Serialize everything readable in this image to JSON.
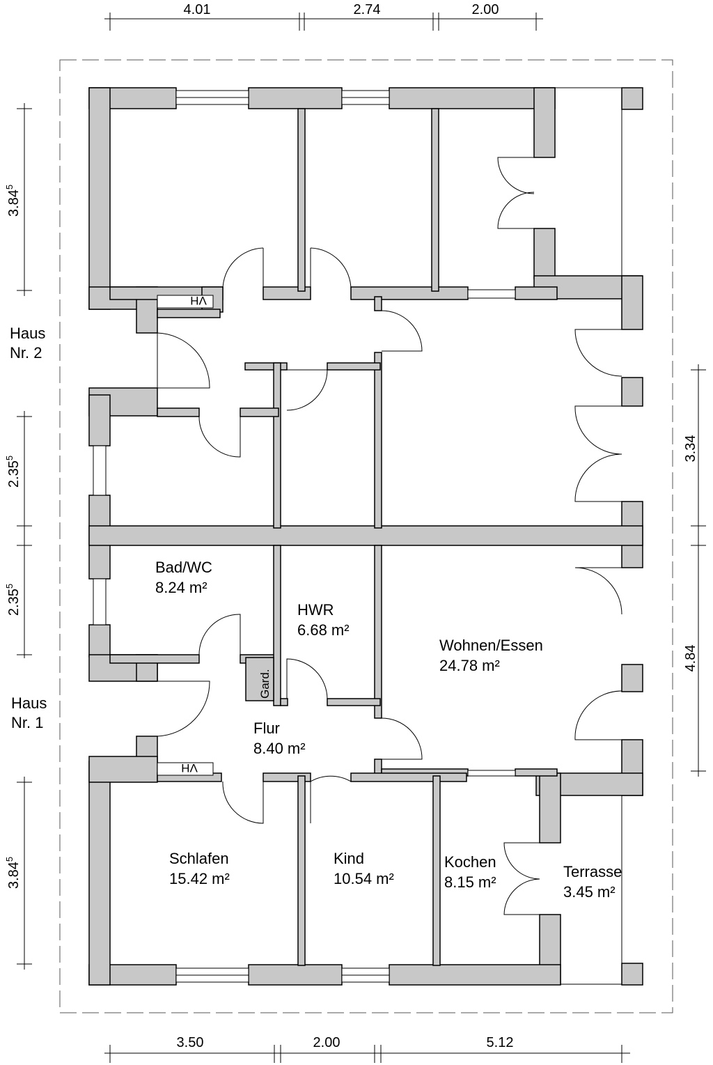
{
  "rooms": [
    {
      "name": "Bad/WC",
      "area": "8.24 m²"
    },
    {
      "name": "HWR",
      "area": "6.68 m²"
    },
    {
      "name": "Wohnen/Essen",
      "area": "24.78 m²"
    },
    {
      "name": "Flur",
      "area": "8.40 m²"
    },
    {
      "name": "Schlafen",
      "area": "15.42 m²"
    },
    {
      "name": "Kind",
      "area": "10.54 m²"
    },
    {
      "name": "Kochen",
      "area": "8.15 m²"
    },
    {
      "name": "Terrasse",
      "area": "3.45 m²"
    }
  ],
  "houses": [
    {
      "line1": "Haus",
      "line2": "Nr. 2"
    },
    {
      "line1": "Haus",
      "line2": "Nr. 1"
    }
  ],
  "labels": {
    "gard": "Gard.",
    "vh": "VH"
  },
  "dimensions": {
    "top": [
      "4.01",
      "2.74",
      "2.00"
    ],
    "bottom": [
      "3.50",
      "2.00",
      "5.12"
    ],
    "left": [
      {
        "main": "3.84",
        "sup": "5"
      },
      {
        "main": "2.35",
        "sup": "5"
      },
      {
        "main": "2.35",
        "sup": "5"
      },
      {
        "main": "3.84",
        "sup": "5"
      }
    ],
    "right": [
      "3.34",
      "4.84"
    ]
  }
}
